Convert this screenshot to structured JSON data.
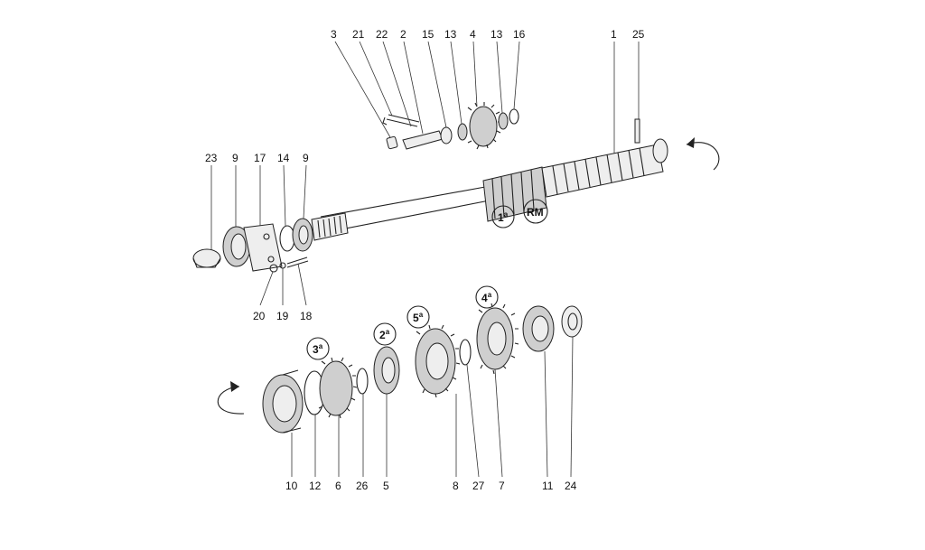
{
  "diagram": {
    "labels": [
      {
        "id": "l3",
        "text": "3"
      },
      {
        "id": "l21",
        "text": "21"
      },
      {
        "id": "l22",
        "text": "22"
      },
      {
        "id": "l2",
        "text": "2"
      },
      {
        "id": "l15",
        "text": "15"
      },
      {
        "id": "l13a",
        "text": "13"
      },
      {
        "id": "l4",
        "text": "4"
      },
      {
        "id": "l13b",
        "text": "13"
      },
      {
        "id": "l16",
        "text": "16"
      },
      {
        "id": "l1",
        "text": "1"
      },
      {
        "id": "l25",
        "text": "25"
      },
      {
        "id": "l23",
        "text": "23"
      },
      {
        "id": "l9a",
        "text": "9"
      },
      {
        "id": "l17",
        "text": "17"
      },
      {
        "id": "l14",
        "text": "14"
      },
      {
        "id": "l9b",
        "text": "9"
      },
      {
        "id": "l20",
        "text": "20"
      },
      {
        "id": "l19",
        "text": "19"
      },
      {
        "id": "l18",
        "text": "18"
      },
      {
        "id": "l10",
        "text": "10"
      },
      {
        "id": "l12",
        "text": "12"
      },
      {
        "id": "l6",
        "text": "6"
      },
      {
        "id": "l26",
        "text": "26"
      },
      {
        "id": "l5",
        "text": "5"
      },
      {
        "id": "l8",
        "text": "8"
      },
      {
        "id": "l27",
        "text": "27"
      },
      {
        "id": "l7",
        "text": "7"
      },
      {
        "id": "l11",
        "text": "11"
      },
      {
        "id": "l24",
        "text": "24"
      }
    ],
    "gear_badges": [
      {
        "id": "g1",
        "base": "1",
        "sup": "a"
      },
      {
        "id": "gRM",
        "base": "RM",
        "sup": ""
      },
      {
        "id": "g3",
        "base": "3",
        "sup": "a"
      },
      {
        "id": "g2",
        "base": "2",
        "sup": "a"
      },
      {
        "id": "g5",
        "base": "5",
        "sup": "a"
      },
      {
        "id": "g4",
        "base": "4",
        "sup": "a"
      }
    ]
  }
}
